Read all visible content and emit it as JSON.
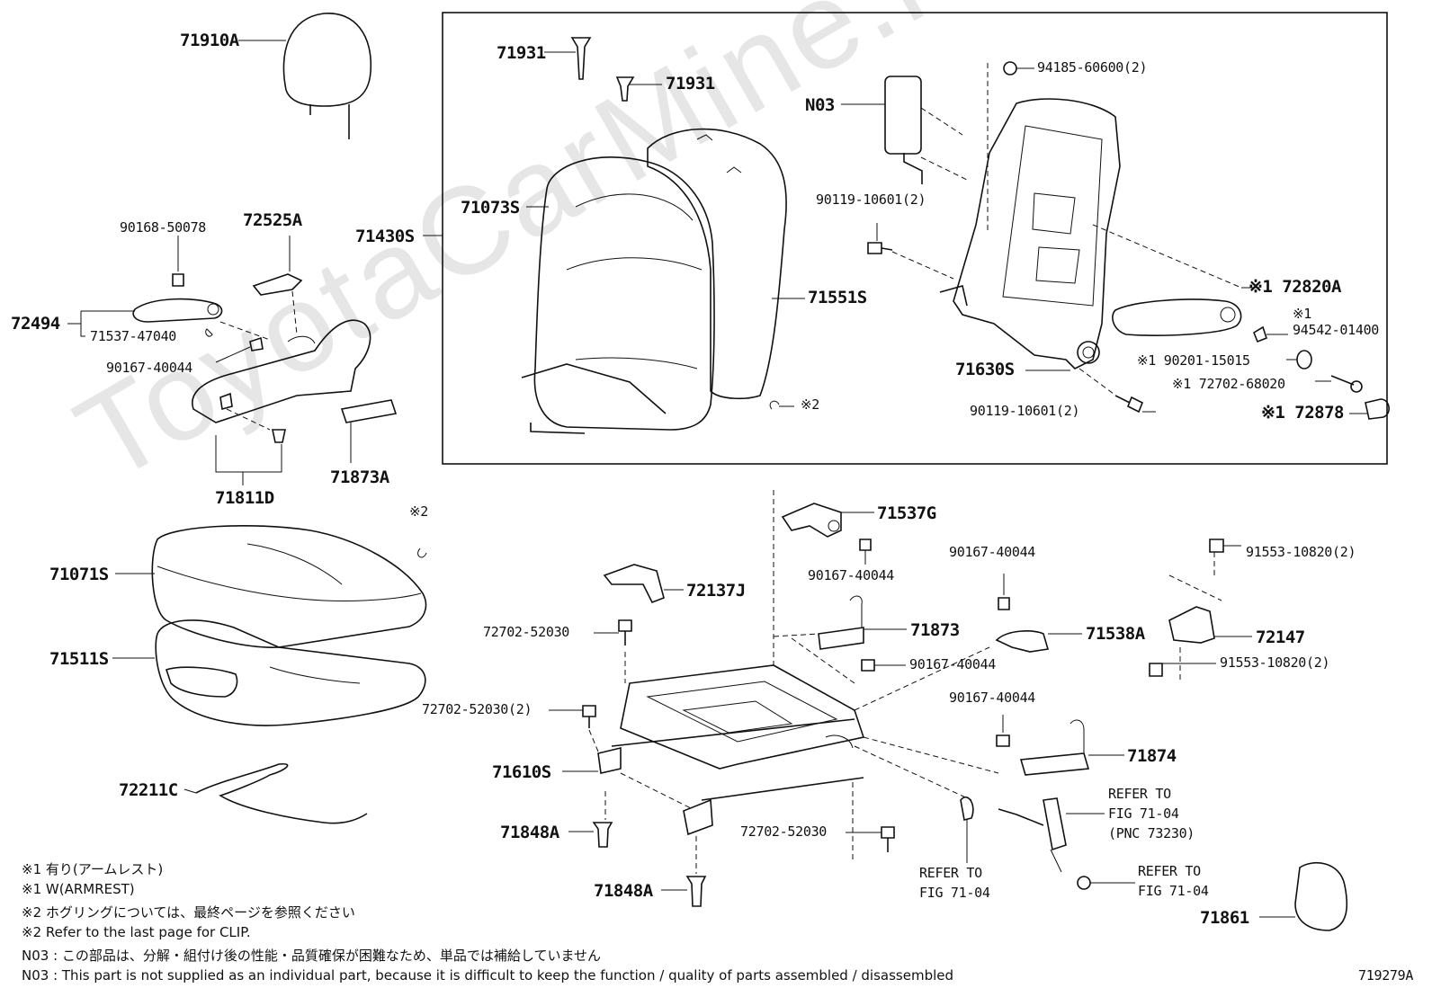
{
  "watermark": "ToyotaCarMine.ru",
  "figure_id": "719279A",
  "labels": {
    "p71910A": "71910A",
    "p71931a": "71931",
    "p71931b": "71931",
    "pN03": "N03",
    "p94185": "94185-60600(2)",
    "p71073S": "71073S",
    "p71430S": "71430S",
    "p90119a": "90119-10601(2)",
    "p71551S": "71551S",
    "p72820A": "※1 72820A",
    "p94542note": "※1",
    "p94542": "94542-01400",
    "p71630S": "71630S",
    "p90201": "※1 90201-15015",
    "p72702_68020": "※1 72702-68020",
    "p72878": "※1 72878",
    "p90119b": "90119-10601(2)",
    "pClipTop": "※2",
    "p90168": "90168-50078",
    "p72525A": "72525A",
    "p72494": "72494",
    "p71537_47040": "71537-47040",
    "p90167a": "90167-40044",
    "p71811D": "71811D",
    "p71873A": "71873A",
    "pClipSeat": "※2",
    "p71071S": "71071S",
    "p71511S": "71511S",
    "p72211C": "72211C",
    "p71537G": "71537G",
    "p90167b": "90167-40044",
    "p72137J": "72137J",
    "p72702_52030a": "72702-52030",
    "p71873": "71873",
    "p90167c": "90167-40044",
    "p90167d": "90167-40044",
    "p71538A": "71538A",
    "p91553a": "91553-10820(2)",
    "p72147": "72147",
    "p91553b": "91553-10820(2)",
    "p72702_52030b": "72702-52030(2)",
    "p90167e": "90167-40044",
    "p71874": "71874",
    "p71610S": "71610S",
    "pReferA1": "REFER TO",
    "pReferA2": "FIG 71-04",
    "pReferA3": "(PNC 73230)",
    "p71848Aa": "71848A",
    "p72702_52030c": "72702-52030",
    "pReferB1": "REFER TO",
    "pReferB2": "FIG 71-04",
    "pReferC1": "REFER TO",
    "pReferC2": "FIG 71-04",
    "p71848Ab": "71848A",
    "p71861": "71861"
  },
  "notes": [
    "※1 有り(アームレスト)",
    "※1 W(ARMREST)",
    "※2 ホグリングについては、最終ページを参照ください",
    "※2 Refer to the last page for CLIP.",
    "N03 : この部品は、分解・組付け後の性能・品質確保が困難なため、単品では補給していません",
    "N03 : This part is not supplied as an individual part, because it is difficult to keep the function / quality of parts assembled / disassembled"
  ]
}
